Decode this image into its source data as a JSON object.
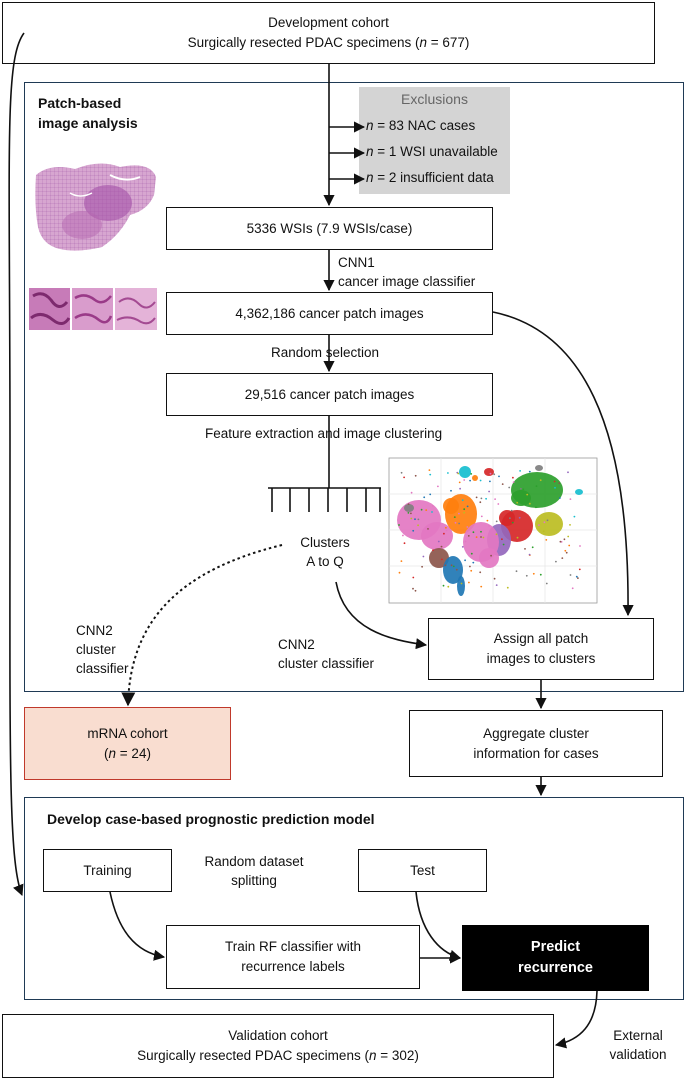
{
  "development": {
    "line1": "Development cohort",
    "line2_pre": "Surgically resected PDAC specimens (",
    "n": "n",
    "line2_post": " = 677)"
  },
  "patch_panel": {
    "title_line1": "Patch-based",
    "title_line2": "image analysis"
  },
  "exclusions": {
    "title": "Exclusions",
    "items": [
      {
        "n": "n",
        "text": " = 83 NAC cases"
      },
      {
        "n": "n",
        "text": " = 1 WSI unavailable"
      },
      {
        "n": "n",
        "text": " = 2 insufficient data"
      }
    ]
  },
  "wsis": {
    "label": "5336 WSIs (7.9 WSIs/case)"
  },
  "cnn1": {
    "line1": "CNN1",
    "line2": "cancer image classifier"
  },
  "cancer_patches": {
    "label": "4,362,186 cancer patch images"
  },
  "random_selection": {
    "label": "Random selection"
  },
  "selected_patches": {
    "label": "29,516 cancer patch images"
  },
  "feature_extraction": {
    "label": "Feature extraction and image clustering"
  },
  "clusters": {
    "line1": "Clusters",
    "line2": "A to Q"
  },
  "cnn2_left": {
    "line1": "CNN2",
    "line2": "cluster",
    "line3": "classifier"
  },
  "cnn2_right": {
    "line1": "CNN2",
    "line2": "cluster classifier"
  },
  "assign": {
    "line1": "Assign all patch",
    "line2": "images to clusters"
  },
  "mrna": {
    "line1": "mRNA cohort",
    "line2_pre": "(",
    "n": "n",
    "line2_post": " = 24)"
  },
  "aggregate": {
    "line1": "Aggregate cluster",
    "line2": "information for cases"
  },
  "model_panel": {
    "title": "Develop case-based prognostic prediction model"
  },
  "training": {
    "label": "Training"
  },
  "random_split": {
    "line1": "Random dataset",
    "line2": "splitting"
  },
  "test": {
    "label": "Test"
  },
  "train_rf": {
    "line1": "Train RF classifier with",
    "line2": "recurrence labels"
  },
  "predict": {
    "line1": "Predict",
    "line2": "recurrence"
  },
  "validation": {
    "line1": "Validation cohort",
    "line2_pre": "Surgically resected PDAC specimens (",
    "n": "n",
    "line2_post": " = 302)"
  },
  "external": {
    "line1": "External",
    "line2": "validation"
  },
  "colors": {
    "panel_border": "#1f3a55",
    "exclusions_bg": "#d4d4d4",
    "exclusions_title": "#666666",
    "mrna_bg": "#f9ddd0",
    "mrna_border": "#c0392b",
    "predict_bg": "#000000",
    "predict_text": "#ffffff"
  },
  "scatter_clusters": [
    {
      "color": "#e377c2"
    },
    {
      "color": "#ff7f0e"
    },
    {
      "color": "#2ca02c"
    },
    {
      "color": "#d62728"
    },
    {
      "color": "#8c564b"
    },
    {
      "color": "#9467bd"
    },
    {
      "color": "#1f77b4"
    },
    {
      "color": "#bcbd22"
    },
    {
      "color": "#17becf"
    },
    {
      "color": "#7f7f7f"
    }
  ]
}
